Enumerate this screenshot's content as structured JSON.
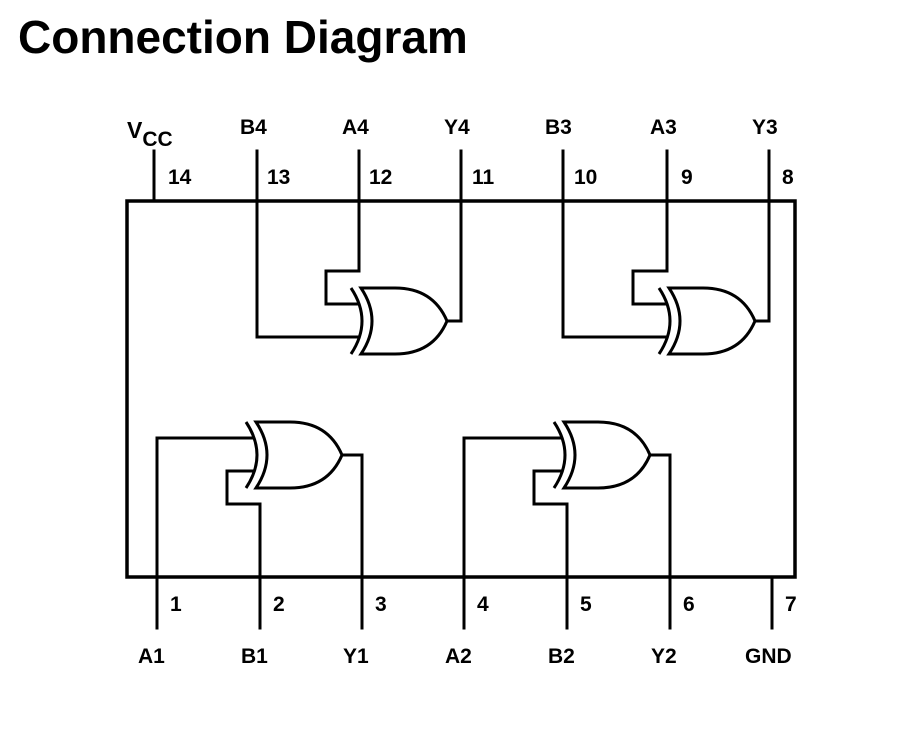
{
  "title": "Connection Diagram",
  "top_pins": [
    {
      "num": "14",
      "name": "V",
      "sub": "CC"
    },
    {
      "num": "13",
      "name": "B4"
    },
    {
      "num": "12",
      "name": "A4"
    },
    {
      "num": "11",
      "name": "Y4"
    },
    {
      "num": "10",
      "name": "B3"
    },
    {
      "num": "9",
      "name": "A3"
    },
    {
      "num": "8",
      "name": "Y3"
    }
  ],
  "bottom_pins": [
    {
      "num": "1",
      "name": "A1"
    },
    {
      "num": "2",
      "name": "B1"
    },
    {
      "num": "3",
      "name": "Y1"
    },
    {
      "num": "4",
      "name": "A2"
    },
    {
      "num": "5",
      "name": "B2"
    },
    {
      "num": "6",
      "name": "Y2"
    },
    {
      "num": "7",
      "name": "GND"
    }
  ],
  "gates": [
    {
      "id": "gate-1",
      "type": "xor-gate-icon",
      "inputs": [
        "A1",
        "B1"
      ],
      "output": "Y1"
    },
    {
      "id": "gate-2",
      "type": "xor-gate-icon",
      "inputs": [
        "A2",
        "B2"
      ],
      "output": "Y2"
    },
    {
      "id": "gate-3",
      "type": "xor-gate-icon",
      "inputs": [
        "A3",
        "B3"
      ],
      "output": "Y3"
    },
    {
      "id": "gate-4",
      "type": "xor-gate-icon",
      "inputs": [
        "A4",
        "B4"
      ],
      "output": "Y4"
    }
  ]
}
